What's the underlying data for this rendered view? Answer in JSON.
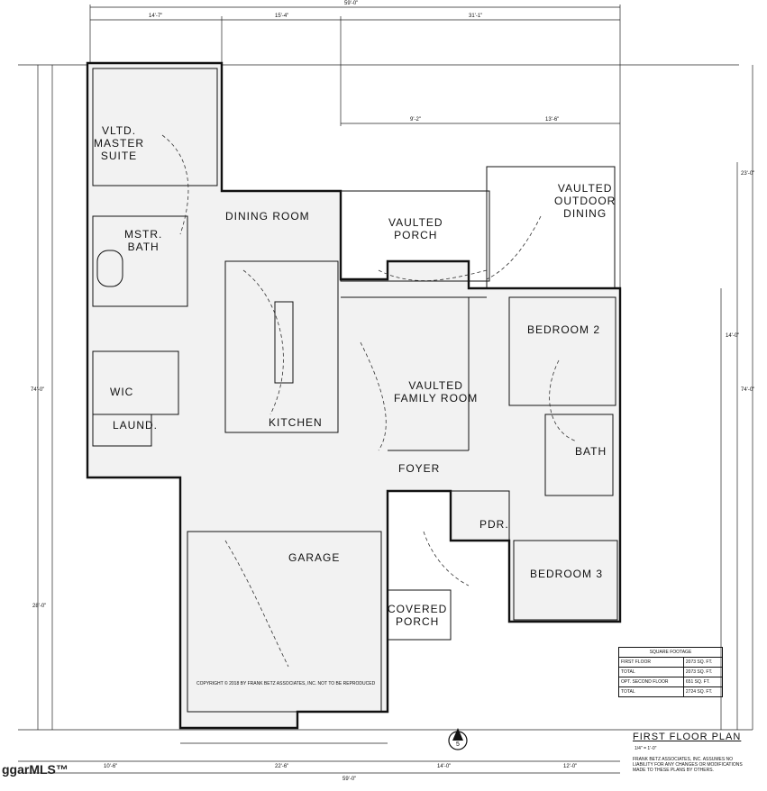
{
  "rooms": {
    "master": "VLTD.\nMASTER\nSUITE",
    "dining": "DINING ROOM",
    "vaulted_porch": "VAULTED\nPORCH",
    "outdoor_dining": "VAULTED\nOUTDOOR\nDINING",
    "master_bath": "MSTR.\nBATH",
    "bedroom2": "BEDROOM 2",
    "family": "VAULTED\nFAMILY ROOM",
    "wic": "WIC",
    "kitchen": "KITCHEN",
    "laund": "LAUND.",
    "bath": "BATH",
    "foyer": "FOYER",
    "pdr": "PDR.",
    "garage": "GARAGE",
    "bedroom3": "BEDROOM 3",
    "covered_porch": "COVERED\nPORCH"
  },
  "dimensions": {
    "overall_top": "59'-0\"",
    "top_a": "14'-7\"",
    "top_b": "15'-4\"",
    "top_c": "31'-1\"",
    "left_total": "74'-0\"",
    "right_total": "74'-0\"",
    "bottom_a": "10'-6\"",
    "bottom_b": "22'-6\"",
    "bottom_c": "14'-0\"",
    "bottom_d": "12'-0\"",
    "overall_bottom": "59'-0\"",
    "porch_a": "9'-2\"",
    "porch_b": "13'-6\"",
    "right_a": "23'-0\"",
    "right_b": "14'-0\"",
    "garage_depth": "28'-0\""
  },
  "sheet": {
    "title": "FIRST FLOOR PLAN",
    "scale": "1/4\" = 1'-0\"",
    "disclaimer": "FRANK BETZ ASSOCIATES, INC. ASSUMES NO LIABILITY FOR ANY CHANGES OR MODIFICATIONS MADE TO THESE PLANS BY OTHERS.",
    "copyright": "COPYRIGHT © 2018 BY FRANK BETZ ASSOCIATES, INC. NOT TO BE REPRODUCED",
    "north_mark": "5"
  },
  "square_footage": {
    "header": "SQUARE FOOTAGE",
    "rows": [
      {
        "label": "FIRST FLOOR",
        "value": "2073 SQ. FT."
      },
      {
        "label": "TOTAL",
        "value": "2073 SQ. FT."
      },
      {
        "label": "OPT. SECOND FLOOR",
        "value": "651 SQ. FT."
      },
      {
        "label": "TOTAL",
        "value": "2724 SQ. FT."
      }
    ]
  },
  "watermark": "ggarMLS™"
}
